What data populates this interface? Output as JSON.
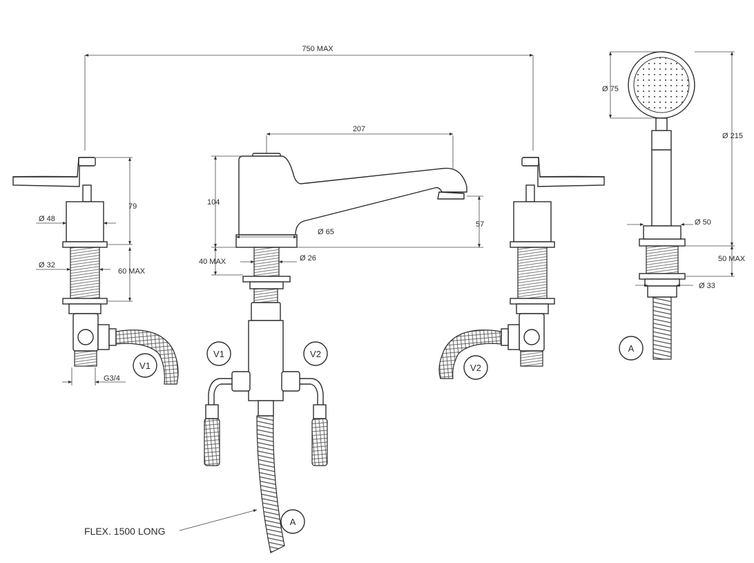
{
  "dimensions": {
    "overall_width": "750 MAX",
    "spout_reach": "207",
    "spout_height": "104",
    "spout_clearance": "57",
    "spout_base_dia": "Ø 65",
    "spout_shank_dia": "Ø 26",
    "spout_deck_thickness": "40 MAX",
    "valve_height": "79",
    "valve_body_dia": "Ø 48",
    "valve_shank_dia": "Ø 32",
    "valve_deck_thickness": "60 MAX",
    "valve_outlet_thread": "G3/4",
    "handshower_head_dia": "Ø 75",
    "handshower_length": "Ø 215",
    "handshower_base_dia": "Ø 50",
    "handshower_deck_thickness": "50 MAX",
    "handshower_shank_dia": "Ø 33"
  },
  "labels": {
    "valve_left": "V1",
    "valve_right": "V2",
    "spout_inlet_left": "V1",
    "spout_inlet_right": "V2",
    "hose_connection": "A",
    "handshower_connection": "A",
    "flex_note": "FLEX. 1500 LONG"
  }
}
